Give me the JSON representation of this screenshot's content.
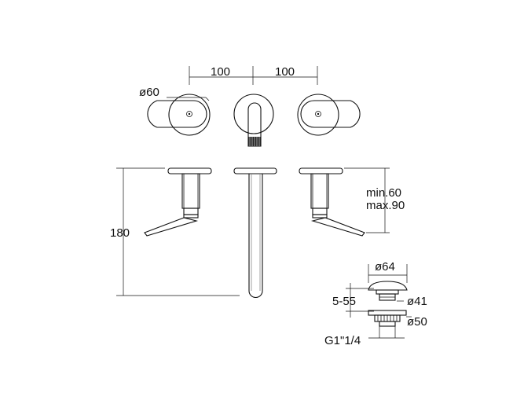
{
  "dimensions": {
    "handle_spacing_left": "100",
    "handle_spacing_right": "100",
    "handle_diameter": "ø60",
    "total_height": "180",
    "wall_depth_min": "min.60",
    "wall_depth_max": "max.90",
    "drain_cap_diameter": "ø64",
    "drain_thickness_range": "5-55",
    "drain_body_diameter": "ø41",
    "drain_flange_diameter": "ø50",
    "drain_thread": "G1\"1/4"
  }
}
